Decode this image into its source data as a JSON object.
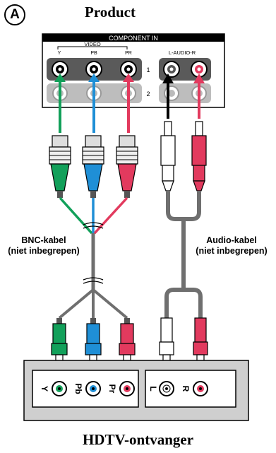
{
  "badge": "A",
  "product_title": "Product",
  "panel": {
    "header": "COMPONENT IN",
    "video_label": "VIDEO",
    "jack_labels": {
      "y": "Y",
      "pb": "PB",
      "pr": "PR"
    },
    "audio_label": "L-AUDIO-R",
    "row1": "1",
    "row2": "2"
  },
  "bnc_cable": {
    "line1": "BNC-kabel",
    "line2": "(niet inbegrepen)"
  },
  "audio_cable": {
    "line1": "Audio-kabel",
    "line2": "(niet inbegrepen)"
  },
  "receiver": {
    "jacks": {
      "y": "Y",
      "pb": "Pb",
      "pr": "Pr",
      "l": "L",
      "r": "R"
    },
    "title": "HDTV-ontvanger"
  },
  "colors": {
    "green": "#12a05a",
    "blue": "#1f8fd6",
    "red": "#e23a5e",
    "white": "#ffffff",
    "gray_panel": "#cfcfcf",
    "cable": "#6f6f6f"
  }
}
